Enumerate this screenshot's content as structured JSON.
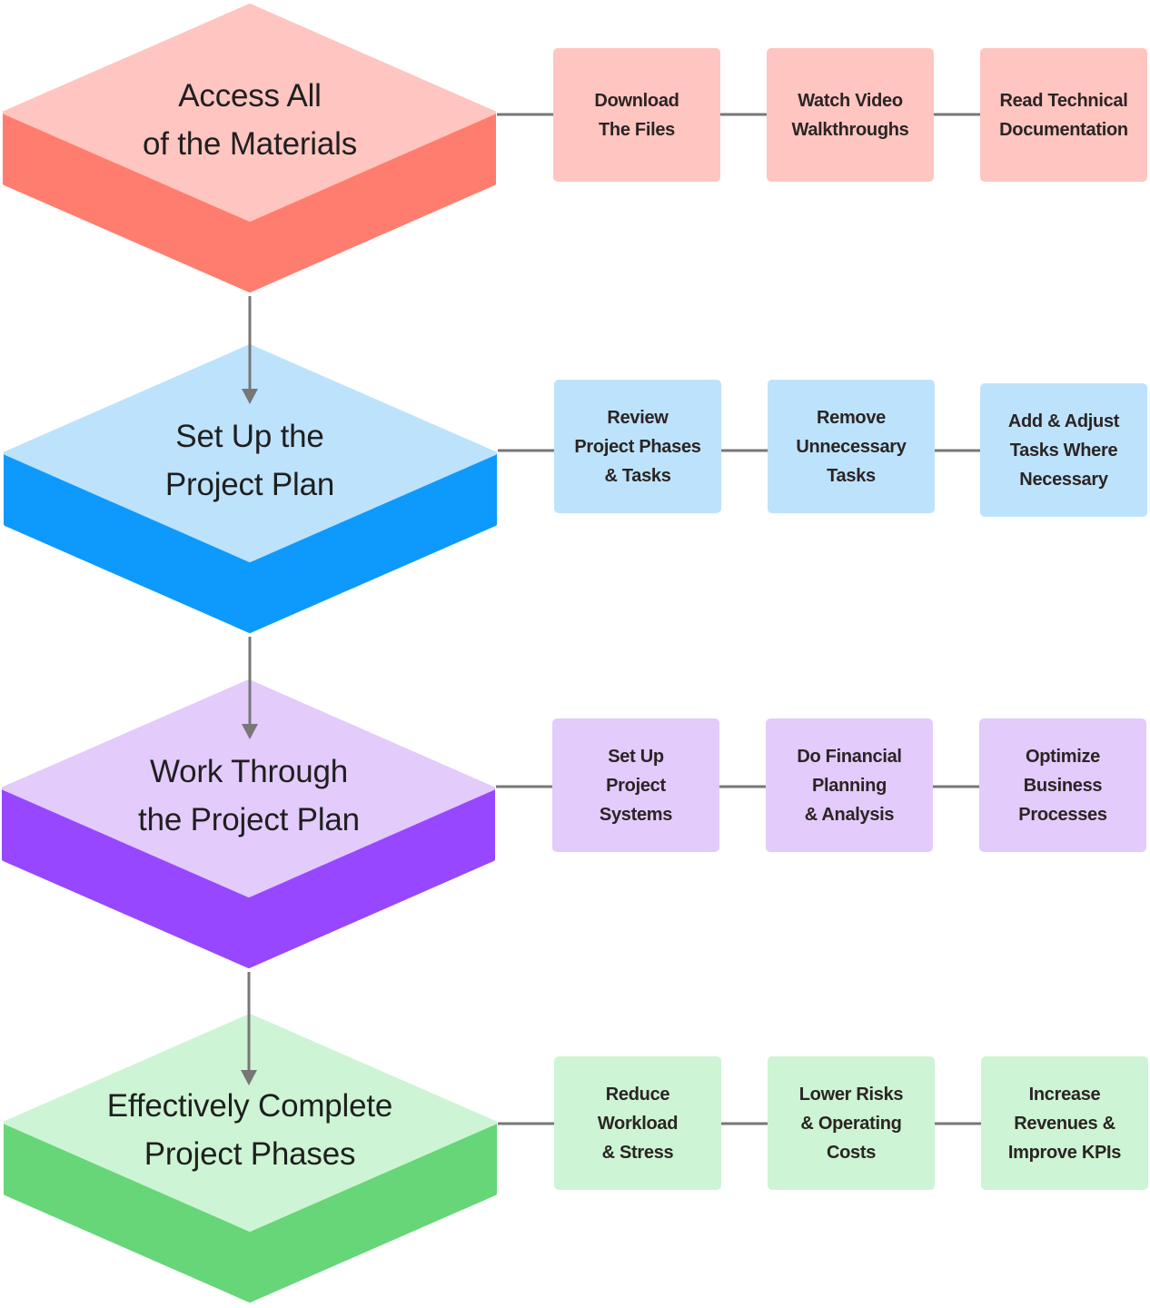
{
  "diagram": {
    "connector_color": "#777777",
    "stages": [
      {
        "title_line1": "Access All",
        "title_line2": "of the Materials",
        "top_color": "#FFC5C0",
        "side_color": "#FF7D6E",
        "tasks": [
          {
            "label": "Download\nThe Files"
          },
          {
            "label": "Watch Video\nWalkthroughs"
          },
          {
            "label": "Read Technical\nDocumentation"
          }
        ]
      },
      {
        "title_line1": "Set Up the",
        "title_line2": "Project Plan",
        "top_color": "#BDE3FC",
        "side_color": "#0E99FD",
        "tasks": [
          {
            "label": "Review\nProject Phases\n& Tasks"
          },
          {
            "label": "Remove\nUnnecessary\nTasks"
          },
          {
            "label": "Add & Adjust\nTasks Where\nNecessary"
          }
        ]
      },
      {
        "title_line1": "Work Through",
        "title_line2": "the Project Plan",
        "top_color": "#E3CBFC",
        "side_color": "#9747FF",
        "tasks": [
          {
            "label": "Set Up\nProject\nSystems"
          },
          {
            "label": "Do Financial\nPlanning\n& Analysis"
          },
          {
            "label": "Optimize\nBusiness\nProcesses"
          }
        ]
      },
      {
        "title_line1": "Effectively Complete",
        "title_line2": "Project Phases",
        "top_color": "#CDF4D4",
        "side_color": "#66D678",
        "tasks": [
          {
            "label": "Reduce\nWorkload\n& Stress"
          },
          {
            "label": "Lower Risks\n& Operating\nCosts"
          },
          {
            "label": "Increase\nRevenues &\nImprove KPIs"
          }
        ]
      }
    ]
  }
}
